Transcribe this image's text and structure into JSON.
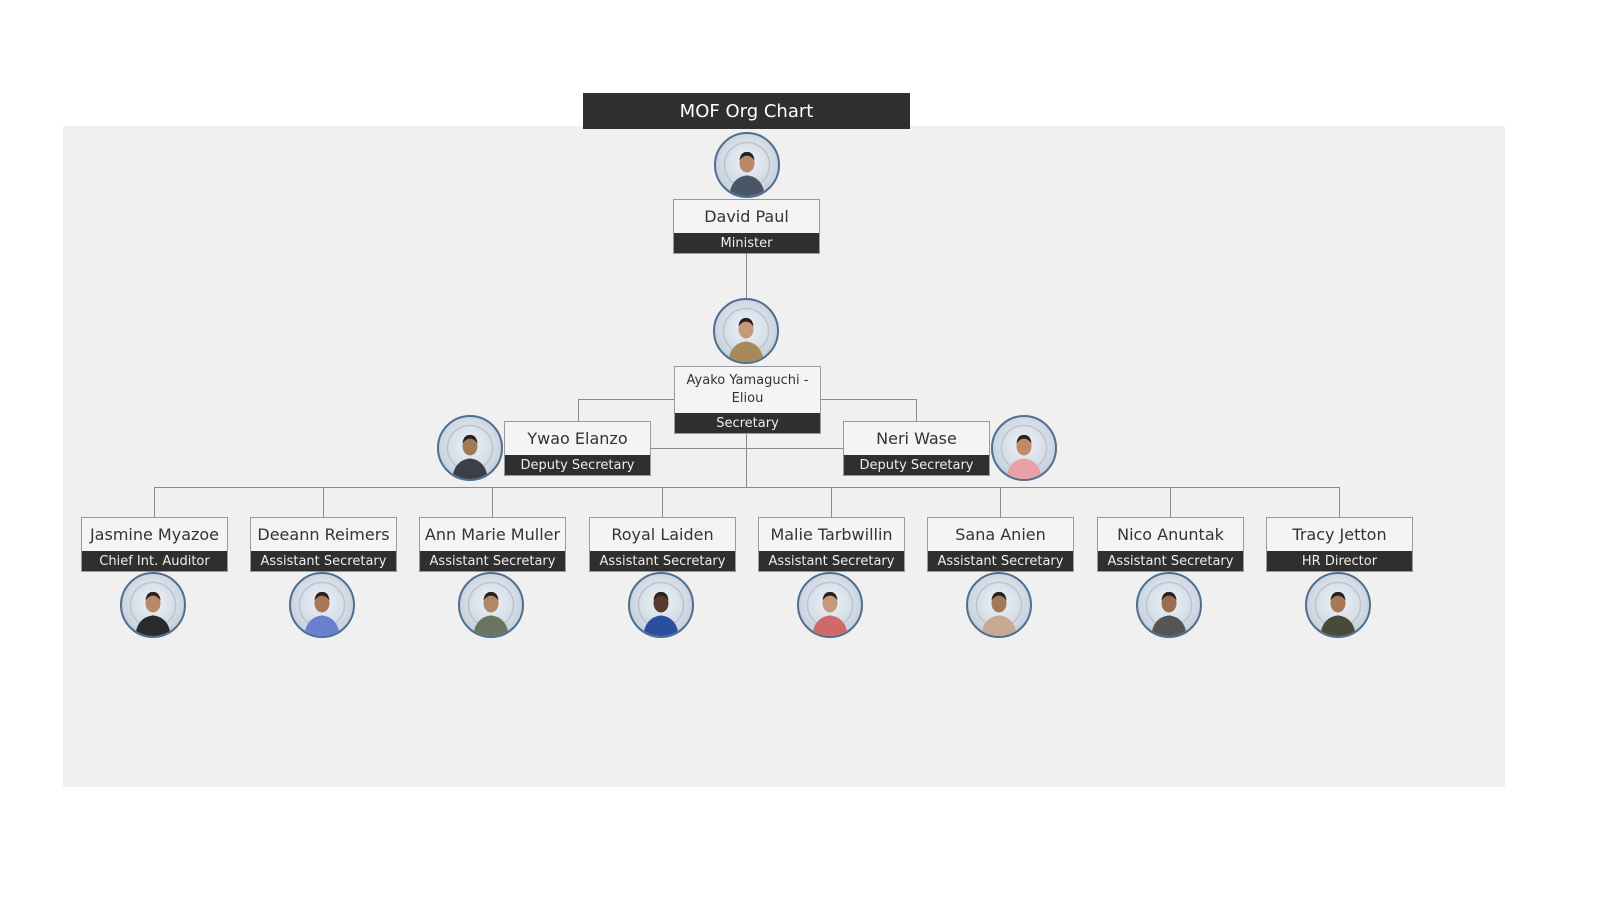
{
  "title": "MOF Org Chart",
  "minister": {
    "name": "David Paul",
    "role": "Minister",
    "shirt": "#4a5565",
    "skin": "#b88a6a"
  },
  "secretary": {
    "name": "Ayako Yamaguchi - Eliou",
    "role": "Secretary",
    "shirt": "#a88a5a",
    "skin": "#c59a78"
  },
  "deputies": [
    {
      "name": "Ywao Elanzo",
      "role": "Deputy Secretary",
      "shirt": "#3a3f48",
      "skin": "#a07a5a"
    },
    {
      "name": "Neri Wase",
      "role": "Deputy Secretary",
      "shirt": "#e8a0a8",
      "skin": "#c08a6a"
    }
  ],
  "staff": [
    {
      "name": "Jasmine Myazoe",
      "role": "Chief Int. Auditor",
      "shirt": "#2a2a2a",
      "skin": "#b88868"
    },
    {
      "name": "Deeann Reimers",
      "role": "Assistant Secretary",
      "shirt": "#6a7fd0",
      "skin": "#a87858"
    },
    {
      "name": "Ann Marie Muller",
      "role": "Assistant Secretary",
      "shirt": "#6a7560",
      "skin": "#b08868"
    },
    {
      "name": "Royal Laiden",
      "role": "Assistant Secretary",
      "shirt": "#2a4fa0",
      "skin": "#5a3a2a"
    },
    {
      "name": "Malie Tarbwillin",
      "role": "Assistant Secretary",
      "shirt": "#d06a6a",
      "skin": "#c49a7a"
    },
    {
      "name": "Sana Anien",
      "role": "Assistant Secretary",
      "shirt": "#c8a890",
      "skin": "#a0785a"
    },
    {
      "name": "Nico Anuntak",
      "role": "Assistant Secretary",
      "shirt": "#555555",
      "skin": "#9a6e50"
    },
    {
      "name": "Tracy Jetton",
      "role": "HR Director",
      "shirt": "#4a4a3a",
      "skin": "#a87858"
    }
  ]
}
